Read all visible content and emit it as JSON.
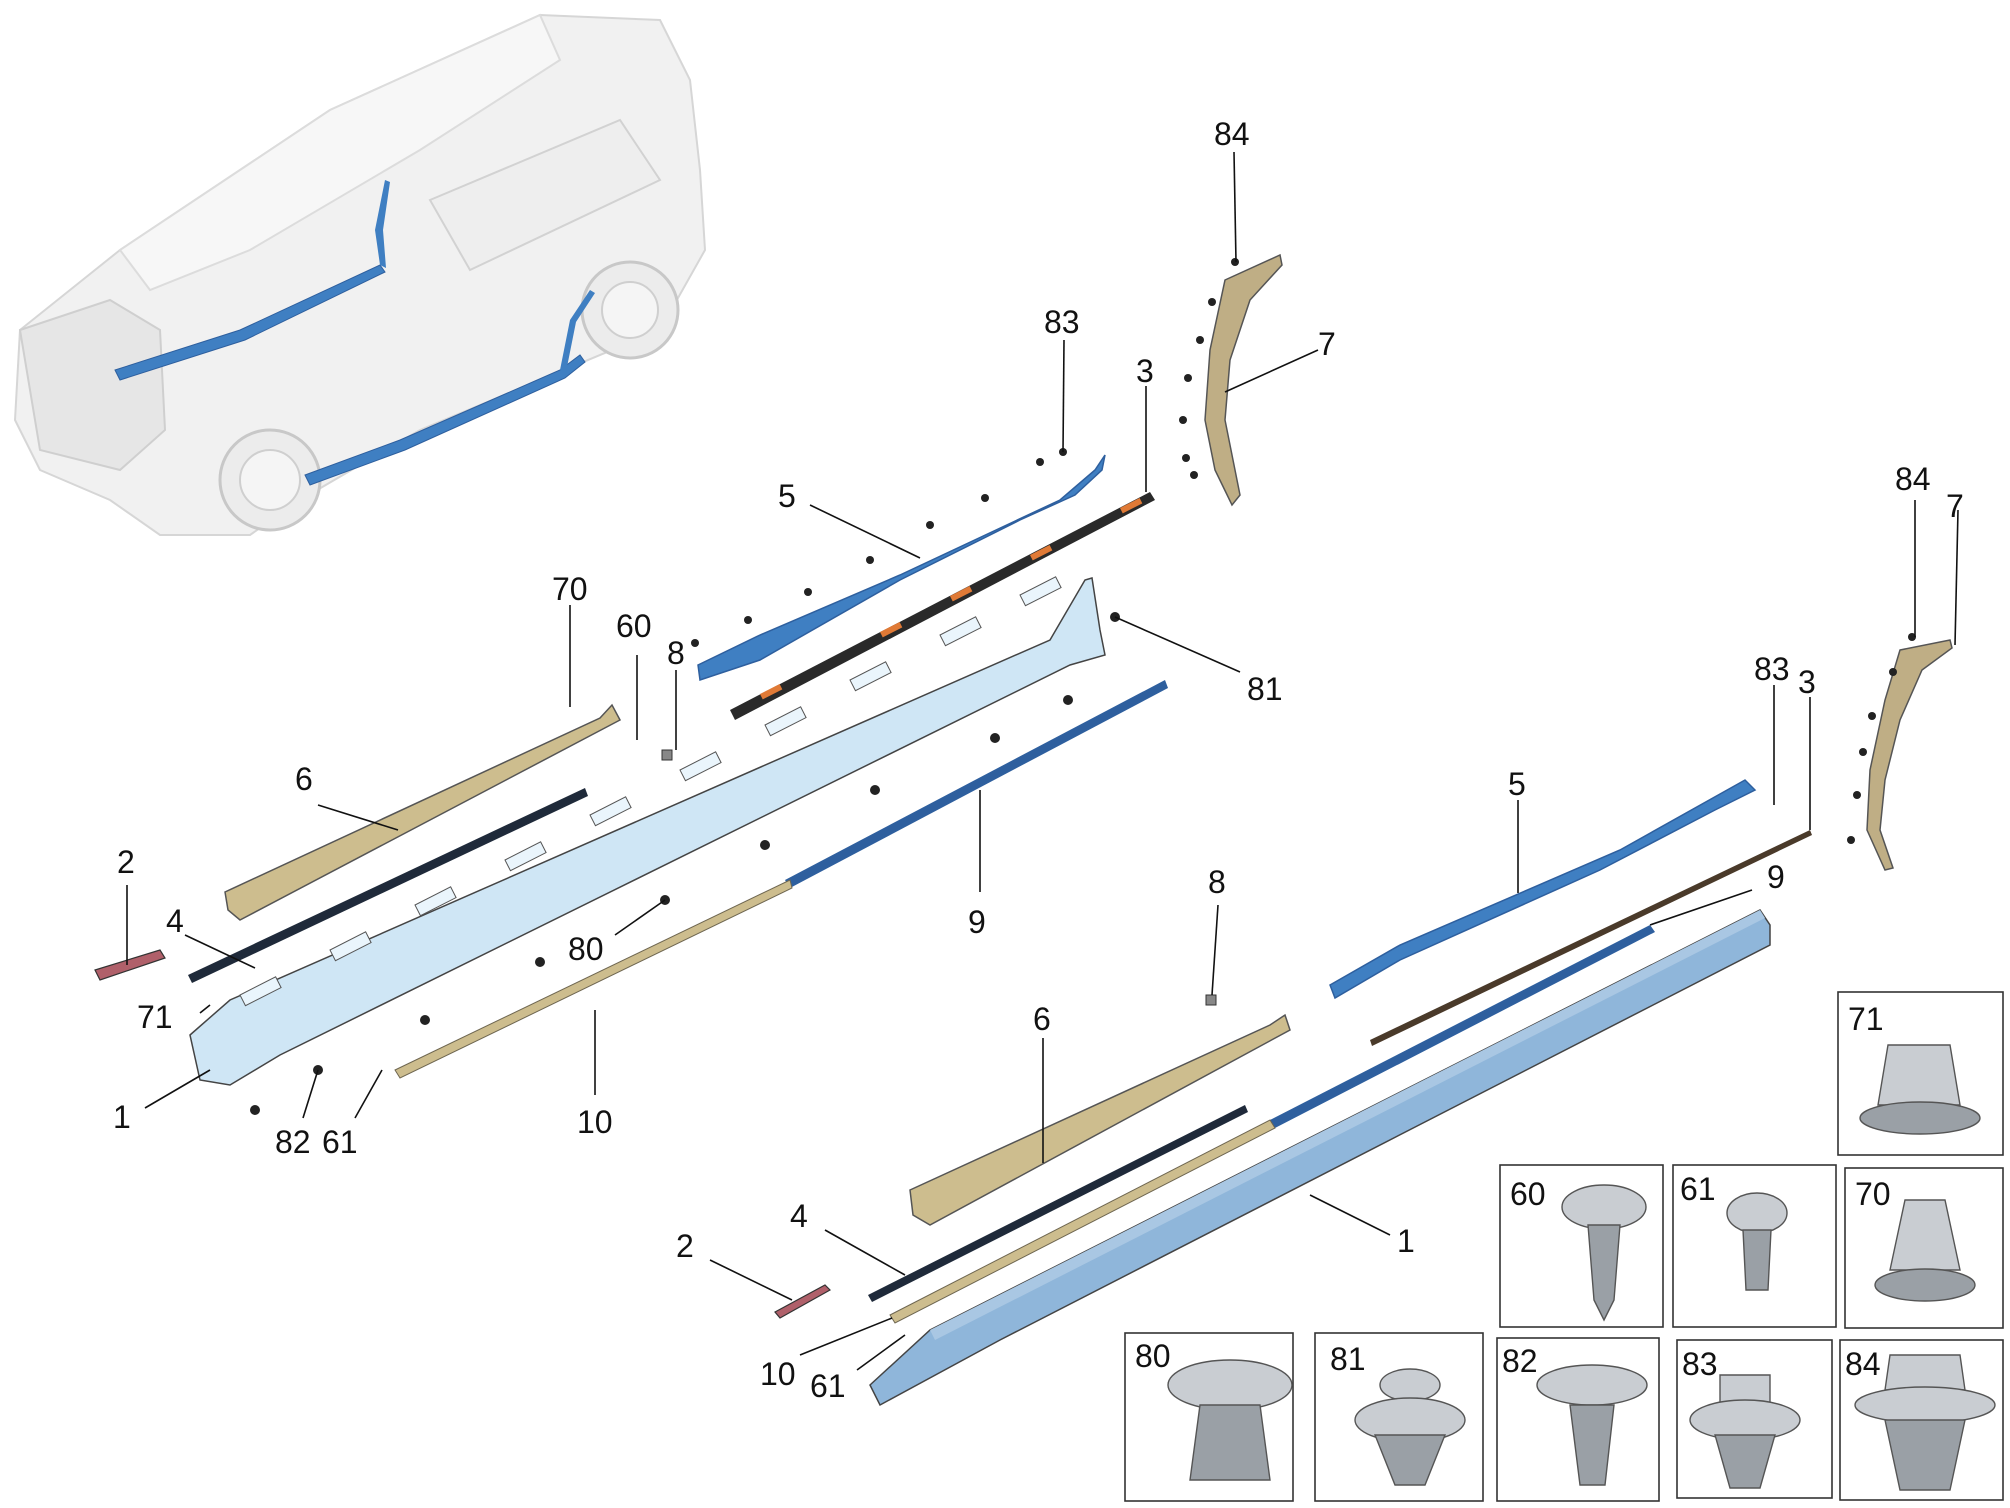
{
  "callouts": {
    "c84a": "84",
    "c7a": "7",
    "c83a": "83",
    "c3a": "3",
    "c5a": "5",
    "c70": "70",
    "c60": "60",
    "c8a": "8",
    "c81": "81",
    "c6a": "6",
    "c2a": "2",
    "c4a": "4",
    "c80": "80",
    "c9a": "9",
    "c71": "71",
    "c1a": "1",
    "c82": "82",
    "c61a": "61",
    "c10a": "10",
    "c84b": "84",
    "c7b": "7",
    "c83b": "83",
    "c3b": "3",
    "c5b": "5",
    "c9b": "9",
    "c8b": "8",
    "c6b": "6",
    "c4b": "4",
    "c2b": "2",
    "c1b": "1",
    "c10b": "10",
    "c61b": "61"
  },
  "fastener_boxes": {
    "b71": "71",
    "b60": "60",
    "b61": "61",
    "b70": "70",
    "b80": "80",
    "b81": "81",
    "b82": "82",
    "b83": "83",
    "b84": "84"
  },
  "colors": {
    "highlight_blue": "#3f7fc2",
    "dark_blue": "#2e5f9e",
    "light_blue": "#cfe6f5",
    "sill_blue": "#8fb6da",
    "beige": "#cdbd8e",
    "orange_strip": "#e07a36",
    "ghost_vehicle": "#e6e6e6"
  }
}
